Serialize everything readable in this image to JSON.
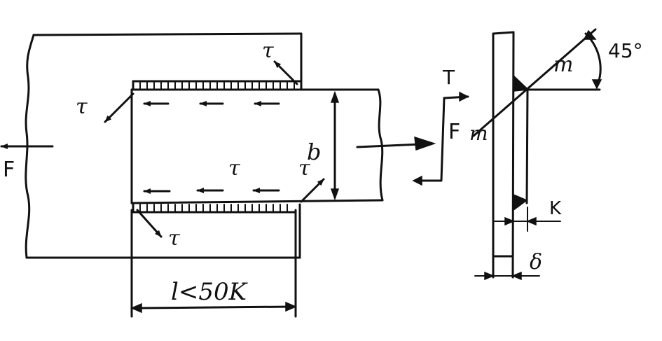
{
  "labels": {
    "force_left": "F",
    "force_right": "F",
    "tau": "τ",
    "width": "b",
    "weld_length": "l<50K",
    "angle": "45°",
    "section_upper": "m",
    "section_lower": "m",
    "leg": "K",
    "thickness": "δ",
    "torque": "T"
  }
}
